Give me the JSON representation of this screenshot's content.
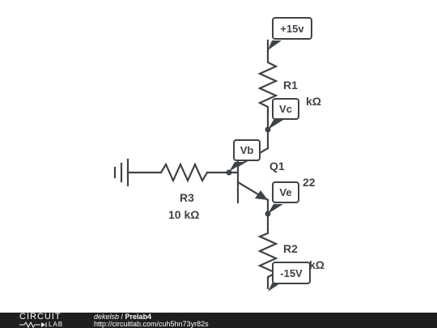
{
  "schematic": {
    "r1": {
      "name": "R1",
      "value": "kΩ"
    },
    "r2": {
      "name": "R2",
      "value": "kΩ"
    },
    "r3": {
      "name": "R3",
      "value": "10 kΩ"
    },
    "q1": {
      "name": "Q1",
      "part": "22"
    },
    "tags": {
      "supply_pos": "+15v",
      "supply_neg": "-15V",
      "vc": "Vc",
      "vb": "Vb",
      "ve": "Ve"
    }
  },
  "footer": {
    "logo_top": "CIRCUIT",
    "logo_bottom": "LAB",
    "user": "dekelsb",
    "separator": " / ",
    "title": "Prelab4",
    "url": "http://circuitlab.com/cuh5hn73yr82s"
  },
  "colors": {
    "ink": "#3f4347",
    "footer_bg": "#1f1f1f"
  }
}
